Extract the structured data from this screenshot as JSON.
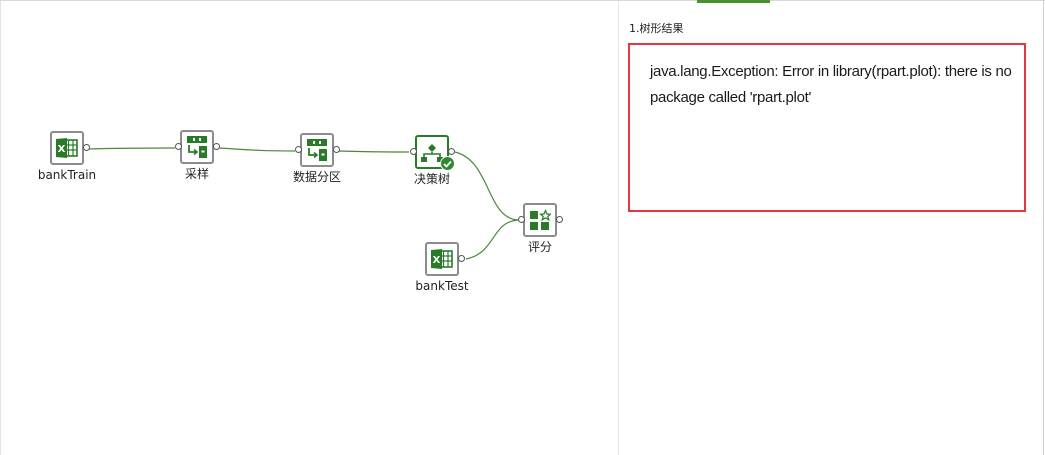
{
  "nodes": {
    "bank_train": {
      "label": "bankTrain",
      "icon": "excel-icon",
      "status": "idle"
    },
    "sample": {
      "label": "采样",
      "icon": "sample-icon",
      "status": "idle"
    },
    "data_partition": {
      "label": "数据分区",
      "icon": "partition-icon",
      "status": "idle"
    },
    "decision_tree": {
      "label": "决策树",
      "icon": "decision-tree-icon",
      "status": "success"
    },
    "bank_test": {
      "label": "bankTest",
      "icon": "excel-icon",
      "status": "idle"
    },
    "score": {
      "label": "评分",
      "icon": "score-icon",
      "status": "idle"
    }
  },
  "result_panel": {
    "title": "1.树形结果",
    "error_message": "java.lang.Exception: Error in library(rpart.plot): there is no package called 'rpart.plot'"
  },
  "colors": {
    "icon_green": "#2a7a2a",
    "edge_green": "#4a8a3a",
    "error_border": "#e03a3e",
    "tab_accent": "#4a8f34"
  }
}
